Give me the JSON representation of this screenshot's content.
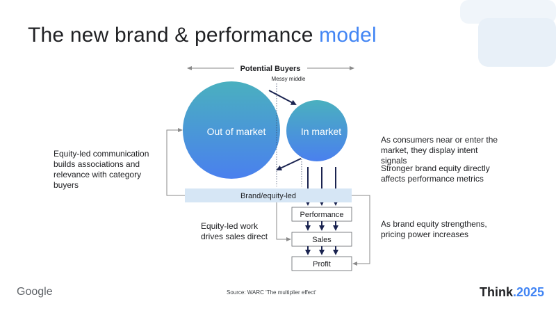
{
  "title": {
    "main": "The new brand & performance",
    "accent": "model"
  },
  "diagram": {
    "potential_buyers": "Potential Buyers",
    "messy_middle": "Messy middle",
    "out_of_market": "Out of market",
    "in_market": "In market",
    "brand_bar": "Brand/equity-led",
    "boxes": {
      "performance": "Performance",
      "sales": "Sales",
      "profit": "Profit"
    }
  },
  "annotations": {
    "left_top": "Equity-led communication builds associations and relevance with category buyers",
    "left_bottom": "Equity-led work drives sales direct",
    "right_1": "As consumers near or enter the market, they display intent signals",
    "right_2": "Stronger brand equity directly affects performance metrics",
    "right_3": "As brand equity strengthens, pricing power increases"
  },
  "footer": {
    "source": "Source: WARC 'The multiplier effect'",
    "google_logo": "Google",
    "think_logo": {
      "word": "Think",
      "year": ".2025"
    }
  },
  "colors": {
    "circle_top": "#4ab0bf",
    "circle_bottom": "#4a80ee",
    "brand_bar": "#d6e6f5",
    "arrow_dark": "#1a2350",
    "line_grey": "#8a8a8a",
    "accent_blue": "#4285f4",
    "deco_shape": "#edf3f9"
  }
}
